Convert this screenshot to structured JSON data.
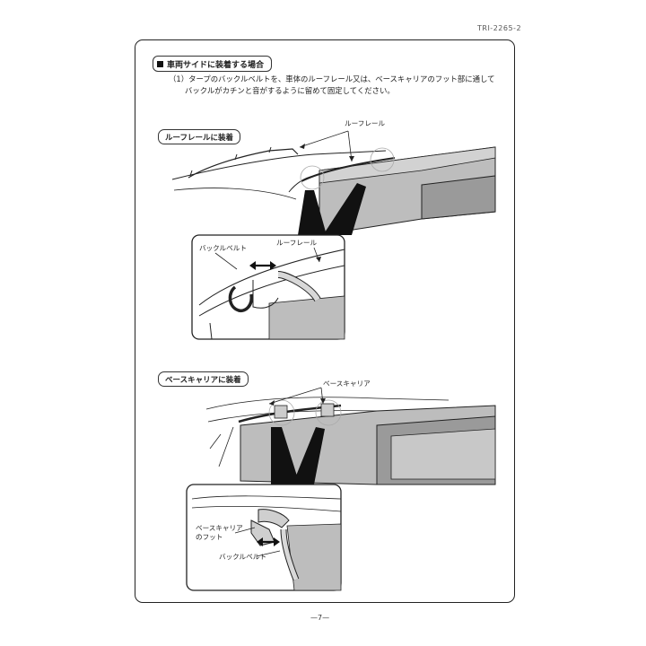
{
  "document": {
    "code": "TRI-2265-2",
    "page_number": "—7—",
    "section_heading": "車両サイドに装着する場合",
    "instruction": {
      "line1": "（1）タープのバックルベルトを、車体のルーフレール又は、ベースキャリアのフット部に通して",
      "line2": "バックルがカチンと音がするように留めて固定してください。"
    },
    "figure1": {
      "title": "ルーフレールに装着",
      "label_roof_rail": "ルーフレール",
      "detail": {
        "label_buckle_belt": "バックルベルト",
        "label_roof_rail": "ルーフレール"
      }
    },
    "figure2": {
      "title": "ベースキャリアに装着",
      "label_base_carrier": "ベースキャリア",
      "detail": {
        "label_base_carrier_foot_1": "ベースキャリア",
        "label_base_carrier_foot_2": "のフット",
        "label_buckle_belt": "バックルベルト"
      }
    }
  },
  "colors": {
    "awning": "#bdbdbd",
    "awning_dark": "#8f8f8f",
    "line": "#222222",
    "wedge": "#111111"
  }
}
